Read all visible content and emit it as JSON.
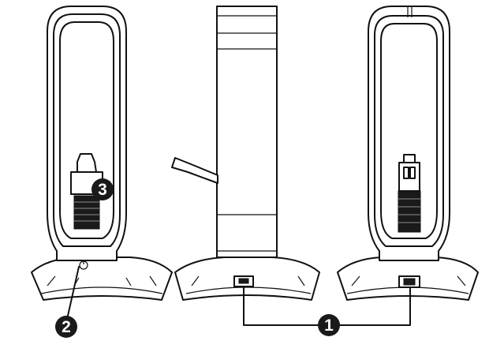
{
  "callouts": [
    {
      "number": "1",
      "meaning": "usb-ports"
    },
    {
      "number": "2",
      "meaning": "power-button"
    },
    {
      "number": "3",
      "meaning": "cable-holder"
    }
  ],
  "icons": {
    "power": "power-icon"
  }
}
